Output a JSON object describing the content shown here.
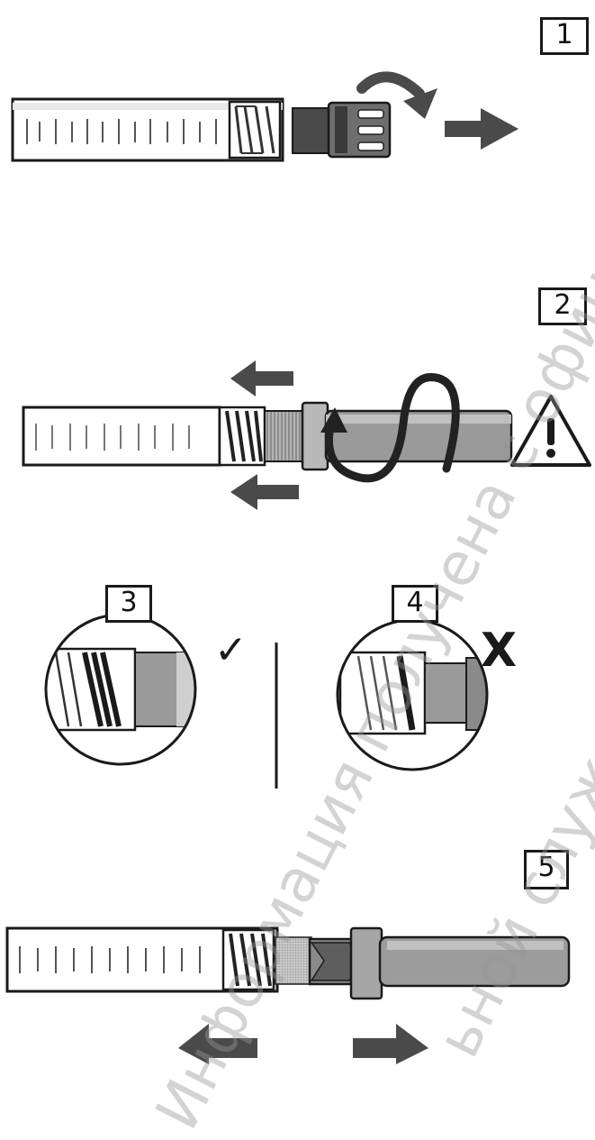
{
  "steps": {
    "s1": "1",
    "s2": "2",
    "s3": "3",
    "s4": "4",
    "s5": "5"
  },
  "marks": {
    "correct": "✓",
    "wrong": "X"
  },
  "watermark": {
    "line1": "Информация получена с официального сайта",
    "line2": "ьной служ"
  },
  "colors": {
    "ink": "#1a1a1a",
    "arrow": "#555555",
    "grey_part": "#a8a8a8",
    "dark_part": "#6a6a6a"
  },
  "icons": [
    "warning-triangle-icon",
    "rotate-arrow-icon",
    "direction-arrow-icon",
    "check-icon",
    "cross-icon"
  ]
}
